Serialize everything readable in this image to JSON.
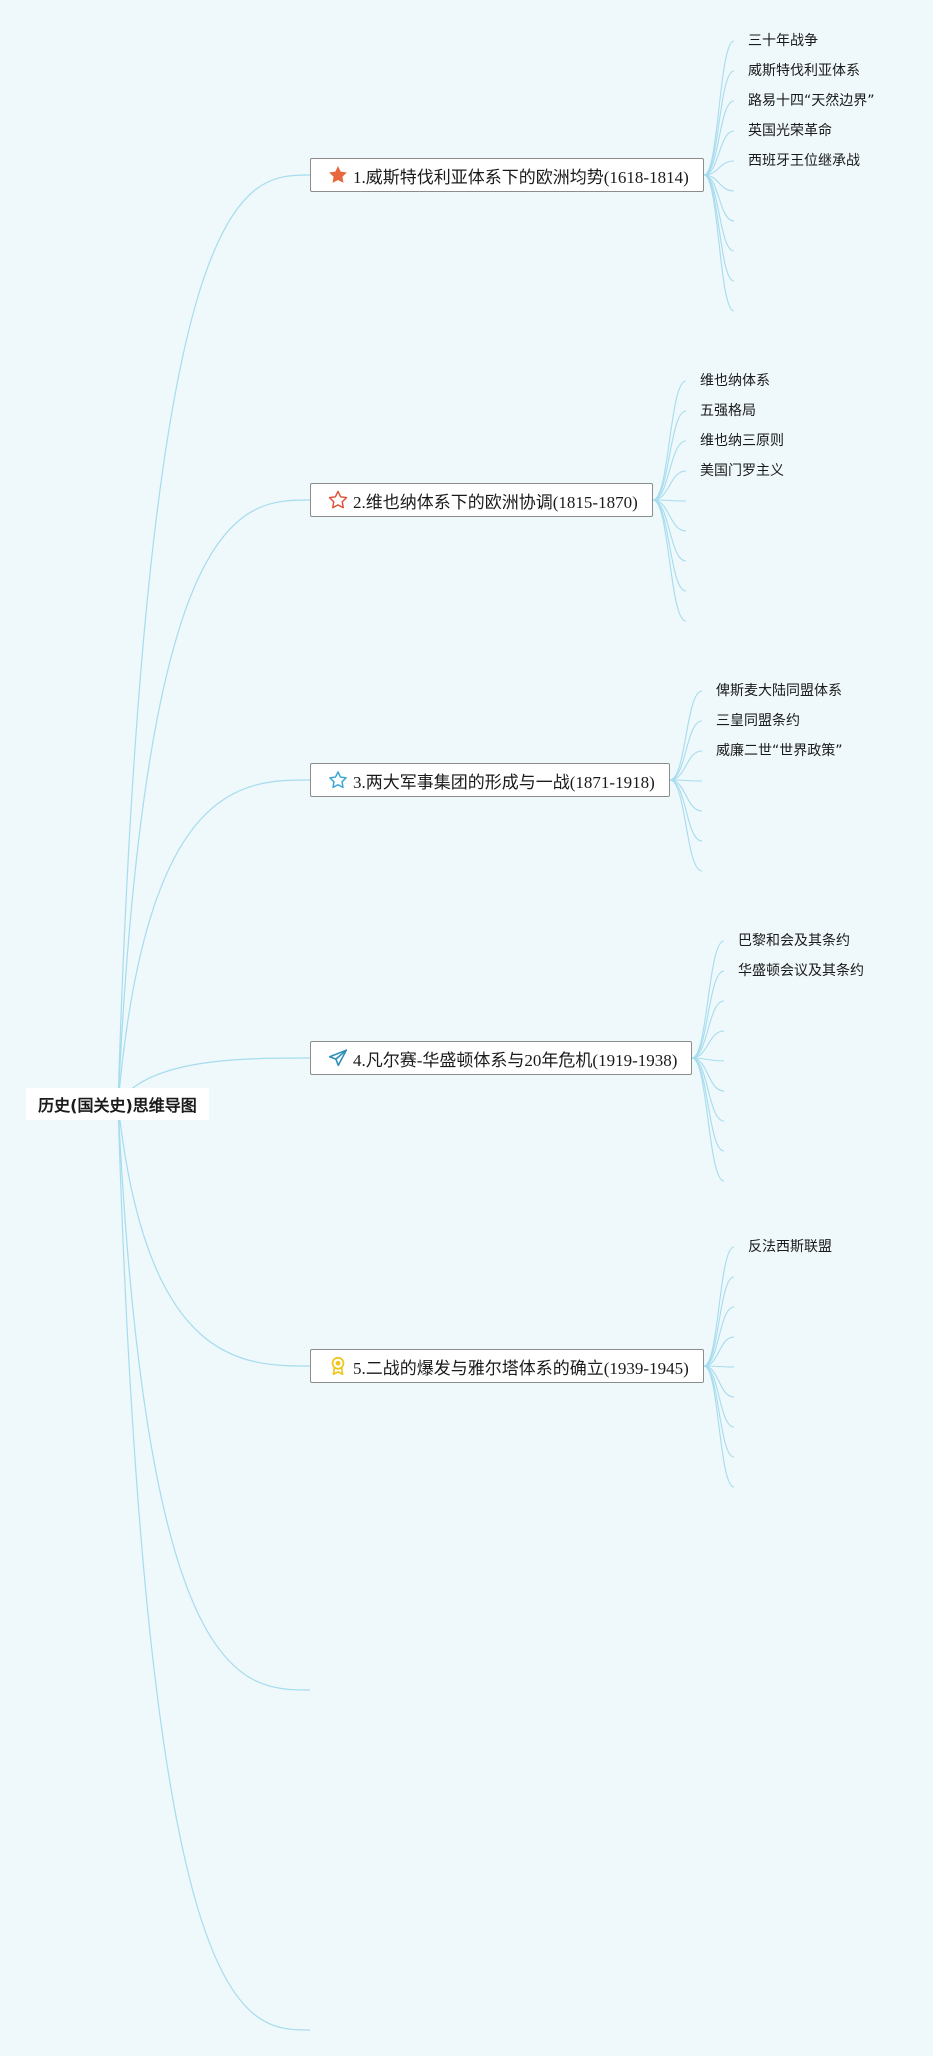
{
  "root": {
    "title": "历史(国关史)思维导图"
  },
  "branches": [
    {
      "label": "1.威斯特伐利亚体系下的欧洲均势(1618-1814)",
      "icon": "star-filled-icon",
      "icon_color": "#e8673c",
      "leaves": [
        "三十年战争",
        "威斯特伐利亚体系",
        "路易十四“天然边界”",
        "英国光荣革命",
        "西班牙王位继承战"
      ]
    },
    {
      "label": "2.维也纳体系下的欧洲协调(1815-1870)",
      "icon": "star-outline-icon",
      "icon_color": "#e0533b",
      "leaves": [
        "维也纳体系",
        "五强格局",
        "维也纳三原则",
        "美国门罗主义"
      ]
    },
    {
      "label": "3.两大军事集团的形成与一战(1871-1918)",
      "icon": "star-outline-icon",
      "icon_color": "#3aa6d8",
      "leaves": [
        "俾斯麦大陆同盟体系",
        "三皇同盟条约",
        "威廉二世“世界政策”"
      ]
    },
    {
      "label": "4.凡尔赛-华盛顿体系与20年危机(1919-1938)",
      "icon": "paper-plane-icon",
      "icon_color": "#2d8fb5",
      "leaves": [
        "巴黎和会及其条约",
        "华盛顿会议及其条约"
      ]
    },
    {
      "label": "5.二战的爆发与雅尔塔体系的确立(1939-1945)",
      "icon": "award-badge-icon",
      "icon_color": "#f0c419",
      "leaves": [
        "反法西斯联盟"
      ]
    }
  ],
  "colors": {
    "background": "#eff8fa",
    "connector": "#a6dcef",
    "branch_border": "#8c8c8c"
  }
}
